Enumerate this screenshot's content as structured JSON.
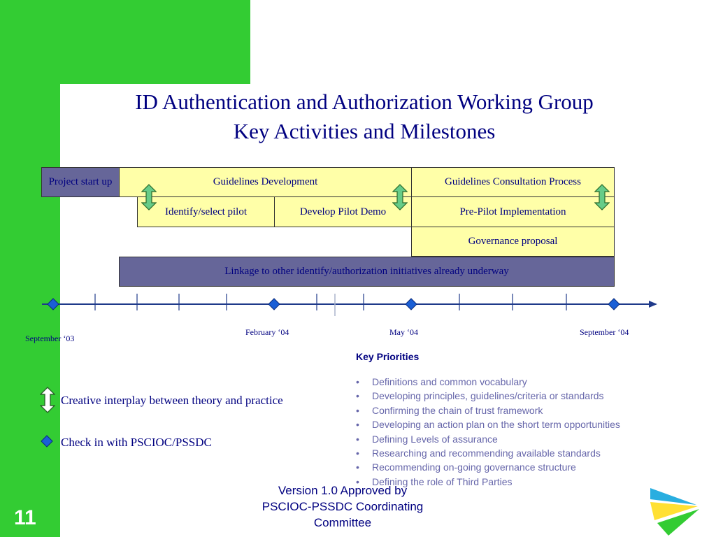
{
  "slide": {
    "title_line1": "ID Authentication and Authorization Working Group",
    "title_line2": "Key Activities and Milestones",
    "number": "11"
  },
  "activities": {
    "project_start": "Project start up",
    "guidelines_dev": "Guidelines Development",
    "guidelines_consult": "Guidelines Consultation Process",
    "identify_pilot": "Identify/select pilot",
    "develop_pilot": "Develop Pilot Demo",
    "pre_pilot": "Pre-Pilot Implementation",
    "governance": "Governance proposal",
    "linkage": "Linkage to other identify/authorization initiatives already underway"
  },
  "timeline": {
    "dates": {
      "sep03": "September ‘03",
      "feb04": "February ‘04",
      "may04": "May ‘04",
      "sep04": "September ‘04"
    }
  },
  "key_priorities": {
    "title": "Key Priorities",
    "items": [
      "Definitions and common vocabulary",
      "Developing principles, guidelines/criteria or standards",
      "Confirming the chain of trust framework",
      "Developing an action plan on the short term opportunities",
      "Defining Levels of assurance",
      "Researching and recommending available standards",
      "Recommending on-going governance structure",
      "Defining the role of Third Parties"
    ]
  },
  "legend": {
    "interplay": "Creative interplay between theory and practice",
    "checkin": "Check in with PSCIOC/PSSDC"
  },
  "footer": {
    "line1": "Version 1.0 Approved by",
    "line2": "PSCIOC-PSSDC Coordinating",
    "line3": "Committee"
  },
  "colors": {
    "accent_green": "#33cc33",
    "title_navy": "#000080",
    "box_yellow": "#ffffa8",
    "box_purple": "#666699",
    "milestone_blue": "#1a5fd6",
    "arrow_green": "#66cc88"
  }
}
